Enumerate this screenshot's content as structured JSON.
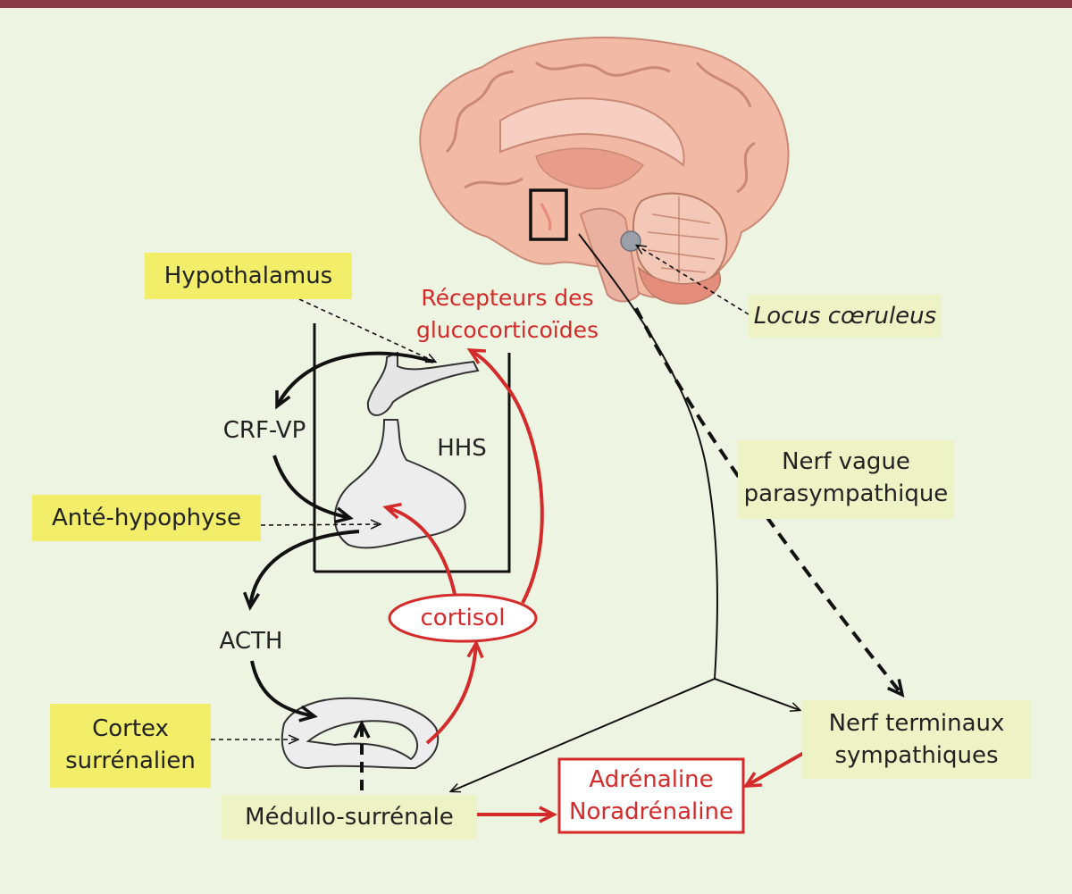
{
  "labels": {
    "hypothalamus": "Hypothalamus",
    "recepteurs_line1": "Récepteurs des",
    "recepteurs_line2": "glucocorticoïdes",
    "locus": "Locus cœruleus",
    "crf_vp": "CRF-VP",
    "hhs": "HHS",
    "ante_hypophyse": "Anté-hypophyse",
    "nerf_vague_line1": "Nerf vague",
    "nerf_vague_line2": "parasympathique",
    "cortisol": "cortisol",
    "acth": "ACTH",
    "cortex_line1": "Cortex",
    "cortex_line2": "surrénalien",
    "nerf_terminaux_line1": "Nerf terminaux",
    "nerf_terminaux_line2": "sympathiques",
    "adrenaline_line1": "Adrénaline",
    "adrenaline_line2": "Noradrénaline",
    "medullo": "Médullo-surrénale"
  },
  "colors": {
    "background": "#eef4e2",
    "top_bar": "#8b3a45",
    "yellow_box": "#f3ee6a",
    "pale_box": "#eef3c6",
    "red_accent": "#d42a2a",
    "brain": "#f2b9a4"
  }
}
